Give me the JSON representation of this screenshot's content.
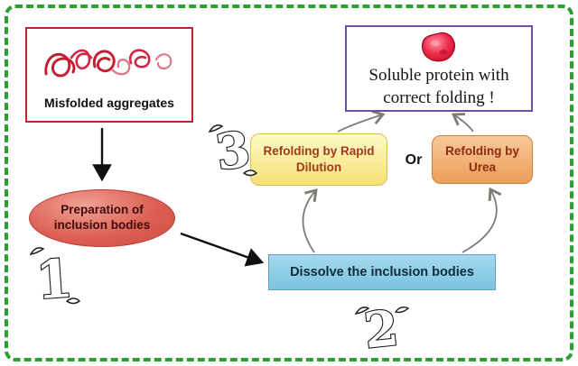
{
  "diagram": {
    "misfolded": {
      "label": "Misfolded aggregates"
    },
    "preparation": {
      "label": "Preparation of inclusion bodies"
    },
    "dissolve": {
      "label": "Dissolve the inclusion bodies"
    },
    "rapid_dilution": {
      "label": "Refolding by Rapid Dilution"
    },
    "or": "Or",
    "urea": {
      "label": "Refolding by Urea"
    },
    "soluble": {
      "line1": "Soluble protein with",
      "line2": "correct folding !"
    },
    "steps": {
      "one": "1",
      "two": "2",
      "three": "3"
    },
    "colors": {
      "frame_green": "#2aa12e",
      "misfolded_border": "#c8203a",
      "ellipse_fill": "#dd6054",
      "dissolve_fill": "#8ccbe6",
      "rapid_fill": "#f9eb94",
      "urea_fill": "#f2ae73",
      "soluble_border": "#6a51a3",
      "arrow_black": "#111111",
      "arrow_gray": "#7d7d75"
    }
  }
}
